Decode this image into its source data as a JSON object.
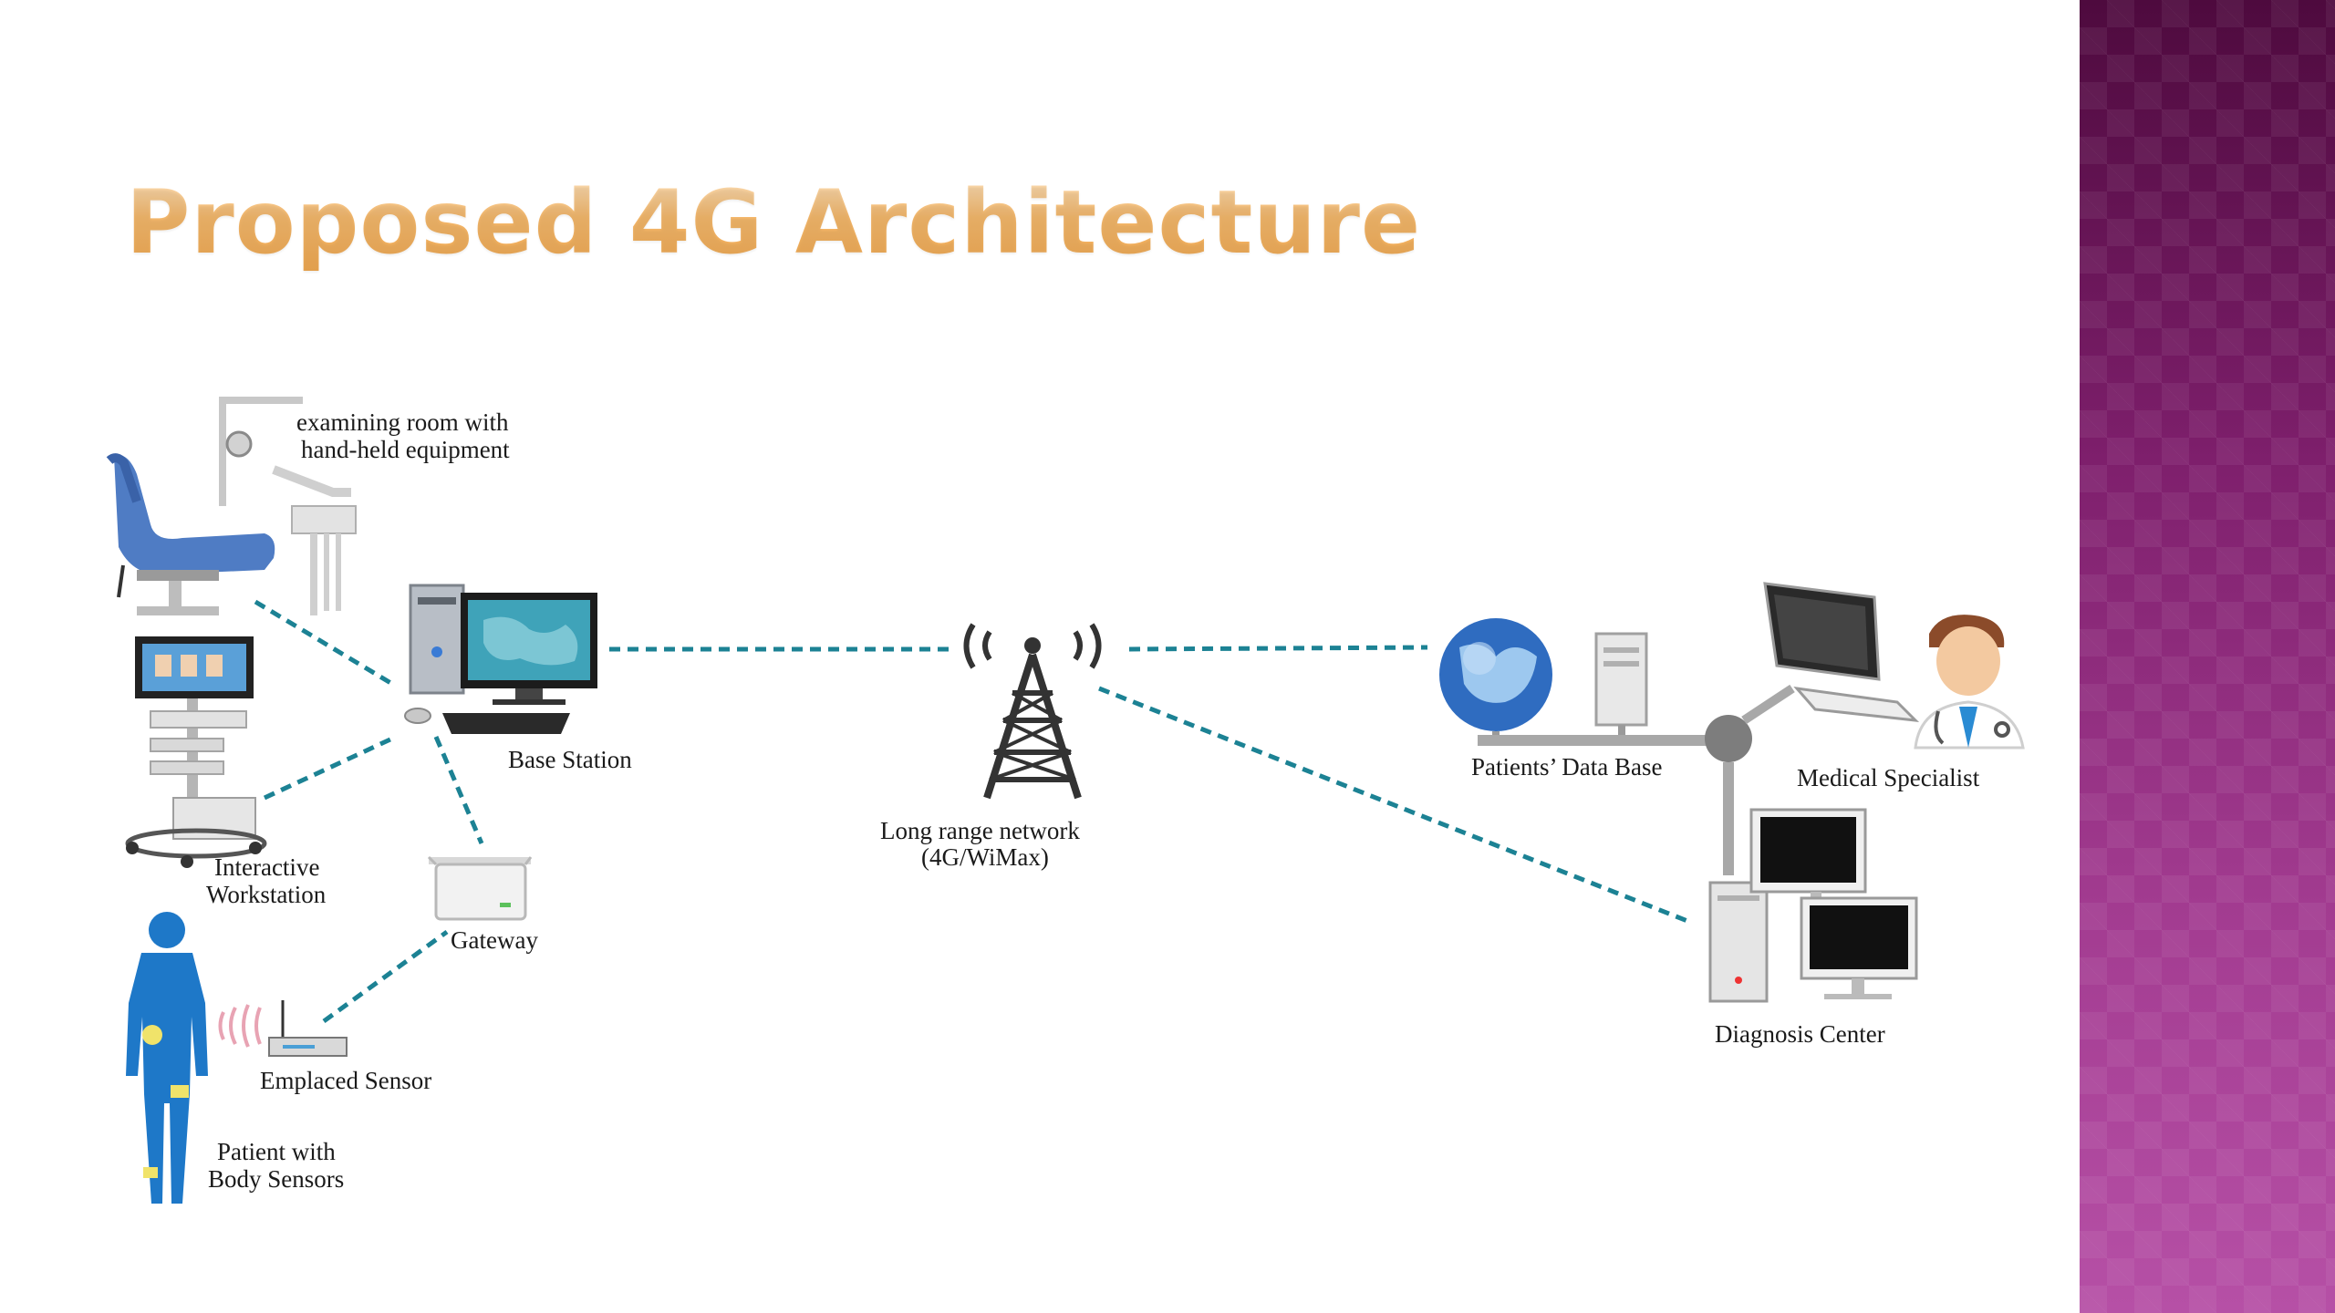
{
  "title": "Proposed 4G Architecture",
  "labels": {
    "examining_room_1": "examining room with",
    "examining_room_2": "hand-held equipment",
    "base_station": "Base Station",
    "interactive_1": "Interactive",
    "interactive_2": "Workstation",
    "gateway": "Gateway",
    "emplaced_sensor": "Emplaced Sensor",
    "patient_1": "Patient with",
    "patient_2": "Body Sensors",
    "network_1": "Long range network",
    "network_2": "(4G/WiMax)",
    "patients_db": "Patients’ Data Base",
    "medical_specialist": "Medical Specialist",
    "diagnosis_center": "Diagnosis Center"
  },
  "colors": {
    "link": "#1c8294",
    "title": "#f2b463",
    "sidebar": "#8b2a79"
  }
}
